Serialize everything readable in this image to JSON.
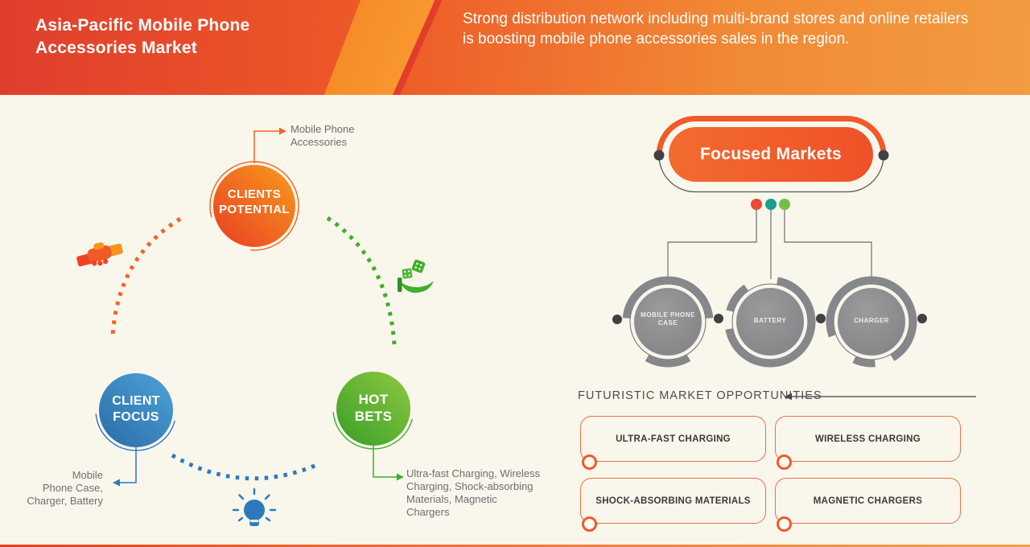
{
  "header": {
    "title": "Asia-Pacific Mobile Phone Accessories Market",
    "subtitle": "Strong distribution network including multi-brand stores and online retailers is boosting mobile phone accessories sales in the region."
  },
  "cycle": {
    "clients_potential": {
      "label": "CLIENTS\nPOTENTIAL",
      "note": "Mobile Phone Accessories"
    },
    "client_focus": {
      "label": "CLIENT\nFOCUS",
      "note": "Mobile\nPhone Case,\nCharger, Battery"
    },
    "hot_bets": {
      "label": "HOT\nBETS",
      "note": "Ultra-fast Charging, Wireless\nCharging, Shock-absorbing\nMaterials, Magnetic\nChargers"
    }
  },
  "focused_markets": {
    "title": "Focused Markets",
    "segments": [
      "MOBILE PHONE CASE",
      "BATTERY",
      "CHARGER"
    ]
  },
  "opportunities": {
    "heading": "FUTURISTIC MARKET OPPORTUNITIES",
    "items": [
      "ULTRA-FAST CHARGING",
      "WIRELESS CHARGING",
      "SHOCK-ABSORBING MATERIALS",
      "MAGNETIC CHARGERS"
    ]
  },
  "icons": {
    "handshake": "handshake-icon",
    "dice_hand": "dice-hand-icon",
    "lightbulb": "lightbulb-icon"
  },
  "colors": {
    "accent_orange": "#f15a29",
    "accent_red": "#e8432f",
    "accent_blue": "#2e79bd",
    "accent_green": "#3fae2a",
    "accent_teal": "#1c9d8d",
    "neutral_gray": "#85878a",
    "background": "#f9f6ec"
  }
}
